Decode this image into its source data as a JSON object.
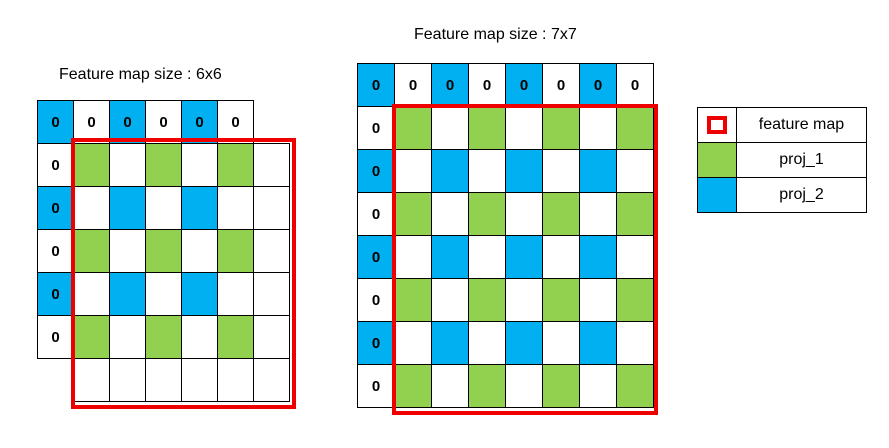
{
  "colors": {
    "proj_1": "#92d050",
    "proj_2": "#00b0f0",
    "feature_map": "#ee0000",
    "empty": "#ffffff"
  },
  "diagram_6x6": {
    "title": "Feature map size : 6x6",
    "size": 7,
    "pad_label": "0",
    "cells": [
      [
        "proj_2:0",
        "0",
        "proj_2:0",
        "0",
        "proj_2:0",
        "0",
        "none"
      ],
      [
        "0",
        "proj_1",
        "",
        "proj_1",
        "",
        "proj_1",
        ""
      ],
      [
        "proj_2:0",
        "",
        "proj_2",
        "",
        "proj_2",
        "",
        ""
      ],
      [
        "0",
        "proj_1",
        "",
        "proj_1",
        "",
        "proj_1",
        ""
      ],
      [
        "proj_2:0",
        "",
        "proj_2",
        "",
        "proj_2",
        "",
        ""
      ],
      [
        "0",
        "proj_1",
        "",
        "proj_1",
        "",
        "proj_1",
        ""
      ],
      [
        "none",
        "",
        "",
        "",
        "",
        "",
        ""
      ]
    ]
  },
  "diagram_7x7": {
    "title": "Feature map size : 7x7",
    "size": 8,
    "pad_label": "0",
    "cells": [
      [
        "proj_2:0",
        "0",
        "proj_2:0",
        "0",
        "proj_2:0",
        "0",
        "proj_2:0",
        "0"
      ],
      [
        "0",
        "proj_1",
        "",
        "proj_1",
        "",
        "proj_1",
        "",
        "proj_1"
      ],
      [
        "proj_2:0",
        "",
        "proj_2",
        "",
        "proj_2",
        "",
        "proj_2",
        ""
      ],
      [
        "0",
        "proj_1",
        "",
        "proj_1",
        "",
        "proj_1",
        "",
        "proj_1"
      ],
      [
        "proj_2:0",
        "",
        "proj_2",
        "",
        "proj_2",
        "",
        "proj_2",
        ""
      ],
      [
        "0",
        "proj_1",
        "",
        "proj_1",
        "",
        "proj_1",
        "",
        "proj_1"
      ],
      [
        "proj_2:0",
        "",
        "proj_2",
        "",
        "proj_2",
        "",
        "proj_2",
        ""
      ],
      [
        "0",
        "proj_1",
        "",
        "proj_1",
        "",
        "proj_1",
        "",
        "proj_1"
      ]
    ]
  },
  "legend": {
    "items": [
      {
        "key": "feature_map",
        "label": "feature map"
      },
      {
        "key": "proj_1",
        "label": "proj_1"
      },
      {
        "key": "proj_2",
        "label": "proj_2"
      }
    ]
  }
}
